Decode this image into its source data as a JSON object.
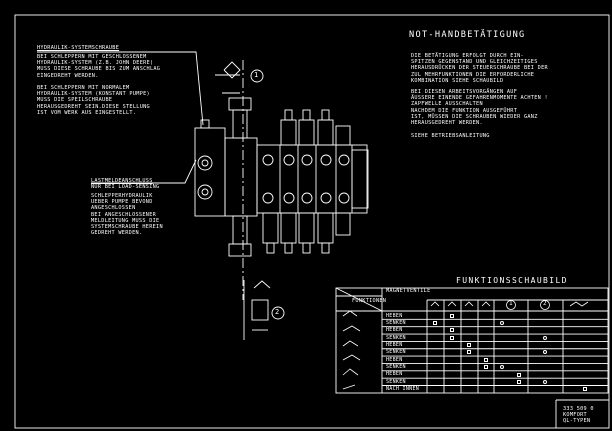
{
  "notes": {
    "notbetaetigung": {
      "title": "NOT-HANDBETÄTIGUNG",
      "p1": "DIE BETÄTIGUNG ERFOLGT DURCH EIN-\nSPITZEN GEGENSTAND UND GLEICHZEITIGES\nHERAUSDRÜCKEN DER STEUERSCHRAUBE BEI DER\nZUL MEHRFUNKTIONEN DIE ERFORDERLICHE\nKOMBINATION SIEHE SCHAUBILD",
      "p2": "BEI DIESEN ARBEITSVORGÄNGEN AUF\nÄUSSERE EINENDE GEFAHRENMOMENTE ACHTEN !\nZAPFWELLE AUSSCHALTEN\nNACHDEM DIE FUNKTION AUSGEFÜHRT\nIST, MÜSSEN DIE SCHRAUBEN WIEDER GANZ\nHERAUSGEDREHT WERDEN.",
      "p3": "SIEHE BETRIEBSANLEITUNG"
    },
    "hydraulik": {
      "title": "HYDRAULIK-SYSTEMSCHRAUBE",
      "p1": "BEI SCHLEPPERN MIT GESCHLOSSENEM\nHYDRAULIK-SYSTEM (Z.B. JOHN DEERE)\nMUSS DIESE SCHRAUBE BIS ZUM ANSCHLAG\nEINGEDREHT WERDEN.",
      "p2": "BEI SCHLEPPERN MIT NORMALEM\nHYDRAULIK-SYSTEM (KONSTANT PUMPE)\nMUSS DIE SPEILSCHRAUBE\nHERAUSGEDREHT SEIN.DIESE STELLUNG\nIST VOM WERK AUS EINGESTELLT."
    },
    "lastmelde": {
      "title": "LASTMELDEANSCHLUSS",
      "p1": "NUR BEI LOAD-SENSING",
      "p2": "SCHLEPPERHYDRAULIK\nUEBER PUMPE BEVOND\nANGESCHLOSSEN\nBEI ANGESCHLOSSENER\nMELDLEITUNG MUSS DIE\nSYSTEMSCHRAUBE HEREIN\nGEDREHT WERDEN."
    }
  },
  "callouts": [
    "1",
    "2"
  ],
  "table": {
    "title": "FUNKTIONSSCHAUBILD",
    "magnet_label": "MAGNETVENTILE",
    "funktionen_label": "FUNKTIONEN",
    "circle_cols": [
      "1",
      "2"
    ],
    "rows": [
      "HEBEN",
      "SENKEN",
      "HEBEN",
      "SENKEN",
      "HEBEN",
      "SENKEN",
      "HEBEN",
      "SENKEN",
      "HEBEN",
      "SENKEN",
      "NACH INNEN"
    ],
    "marks": [
      {
        "row": 0,
        "col": 1,
        "shape": "square"
      },
      {
        "row": 1,
        "col": 0,
        "shape": "square"
      },
      {
        "row": 1,
        "col": 4,
        "shape": "dot"
      },
      {
        "row": 2,
        "col": 1,
        "shape": "square"
      },
      {
        "row": 3,
        "col": 1,
        "shape": "square"
      },
      {
        "row": 3,
        "col": 6,
        "shape": "dot"
      },
      {
        "row": 4,
        "col": 2,
        "shape": "square"
      },
      {
        "row": 5,
        "col": 2,
        "shape": "square"
      },
      {
        "row": 5,
        "col": 6,
        "shape": "dot"
      },
      {
        "row": 6,
        "col": 3,
        "shape": "square"
      },
      {
        "row": 7,
        "col": 3,
        "shape": "square"
      },
      {
        "row": 7,
        "col": 4,
        "shape": "dot"
      },
      {
        "row": 8,
        "col": 5,
        "shape": "square"
      },
      {
        "row": 9,
        "col": 5,
        "shape": "square"
      },
      {
        "row": 9,
        "col": 6,
        "shape": "dot"
      },
      {
        "row": 10,
        "col": 7,
        "shape": "square"
      }
    ]
  },
  "doc_code": "333 509 0\nKOMFORT\nQL-TYPEN"
}
